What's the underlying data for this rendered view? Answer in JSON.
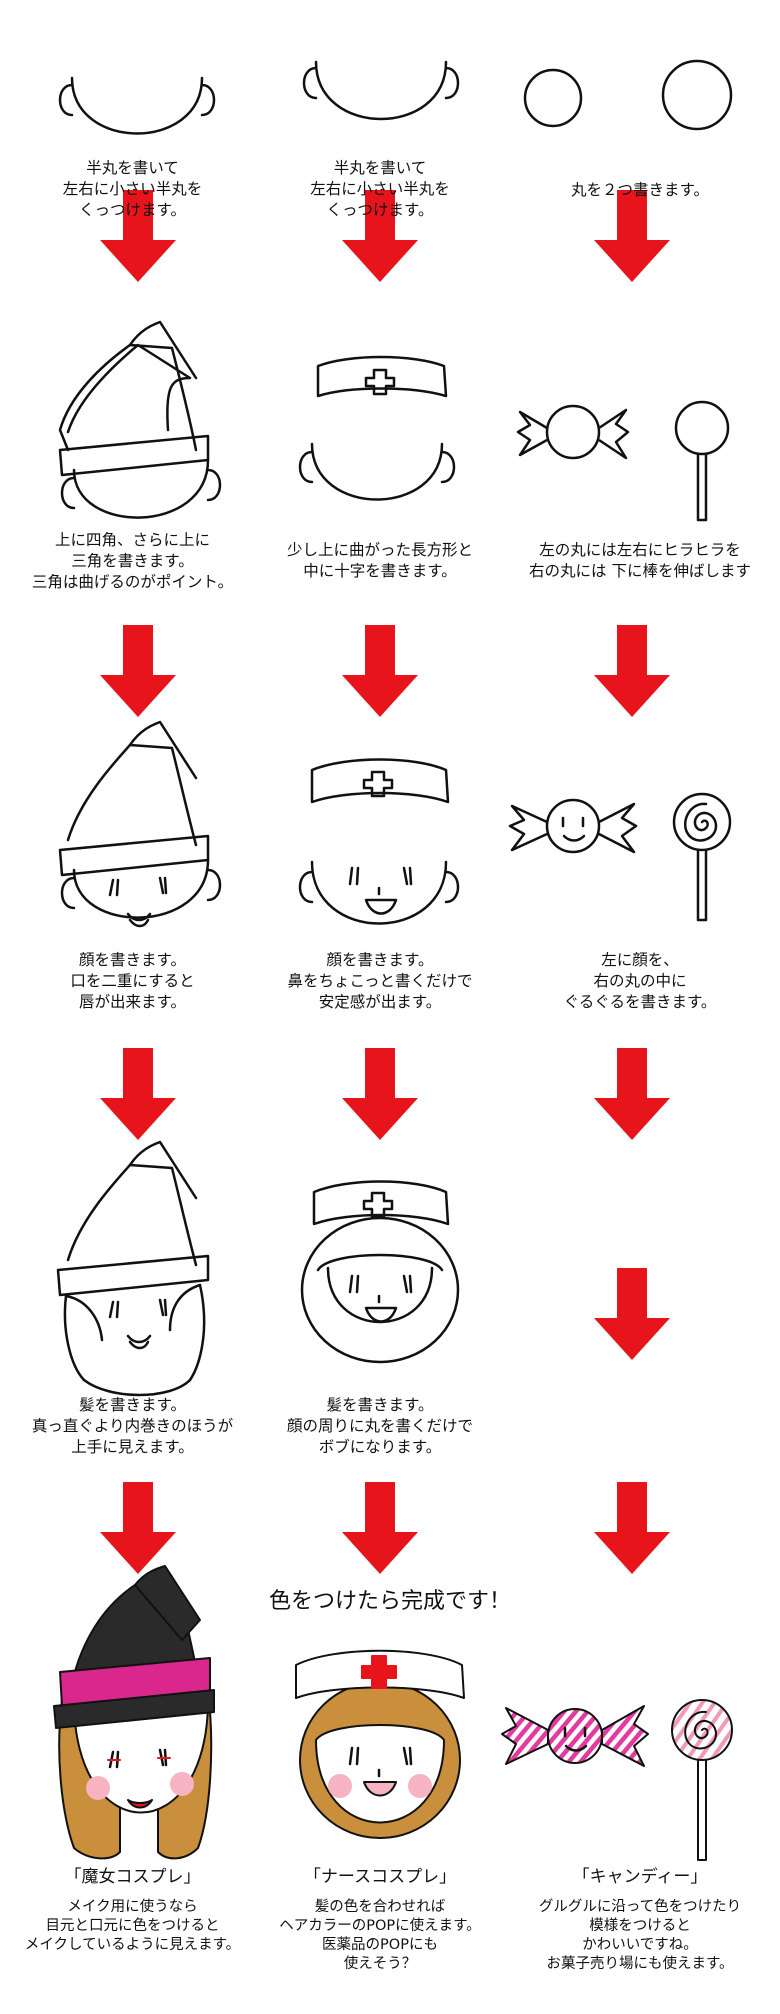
{
  "colors": {
    "arrow": "#e8141c",
    "ink": "#111111",
    "witch_hat": "#2a2a2a",
    "hat_band": "#d9278d",
    "hair": "#c98f3c",
    "nurse_cross": "#e8141c",
    "candy_stripe": "#e23aa0",
    "lollipop_stripe": "#f09ab8",
    "cheek": "#f6b3c2"
  },
  "steps": {
    "row1": {
      "witch": "半丸を書いて\n左右に小さい半丸を\nくっつけます。",
      "nurse": "半丸を書いて\n左右に小さい半丸を\nくっつけます。",
      "candy": "丸を２つ書きます。"
    },
    "row2": {
      "witch": "上に四角、さらに上に\n三角を書きます。\n三角は曲げるのがポイント。",
      "nurse": "少し上に曲がった長方形と\n中に十字を書きます。",
      "candy": "左の丸には左右にヒラヒラを\n右の丸には 下に棒を伸ばします"
    },
    "row3": {
      "witch": "顔を書きます。\n口を二重にすると\n唇が出来ます。",
      "nurse": "顔を書きます。\n鼻をちょこっと書くだけで\n安定感が出ます。",
      "candy": "左に顔を、\n右の丸の中に\nぐるぐるを書きます。"
    },
    "row4": {
      "witch": "髪を書きます。\n真っ直ぐより内巻きのほうが\n上手に見えます。",
      "nurse": "髪を書きます。\n顔の周りに丸を書くだけで\nボブになります。"
    }
  },
  "finish": {
    "title": "色をつけたら完成です！",
    "witch": {
      "name": "「魔女コスプレ」",
      "desc": "メイク用に使うなら\n目元と口元に色をつけると\nメイクしているように見えます。"
    },
    "nurse": {
      "name": "「ナースコスプレ」",
      "desc": "髪の色を合わせれば\nヘアカラーのPOPに使えます。\n医薬品のPOPにも\n使えそう？"
    },
    "candy": {
      "name": "「キャンディー」",
      "desc": "グルグルに沿って色をつけたり\n模様をつけると\nかわいいですね。\nお菓子売り場にも使えます。"
    }
  }
}
